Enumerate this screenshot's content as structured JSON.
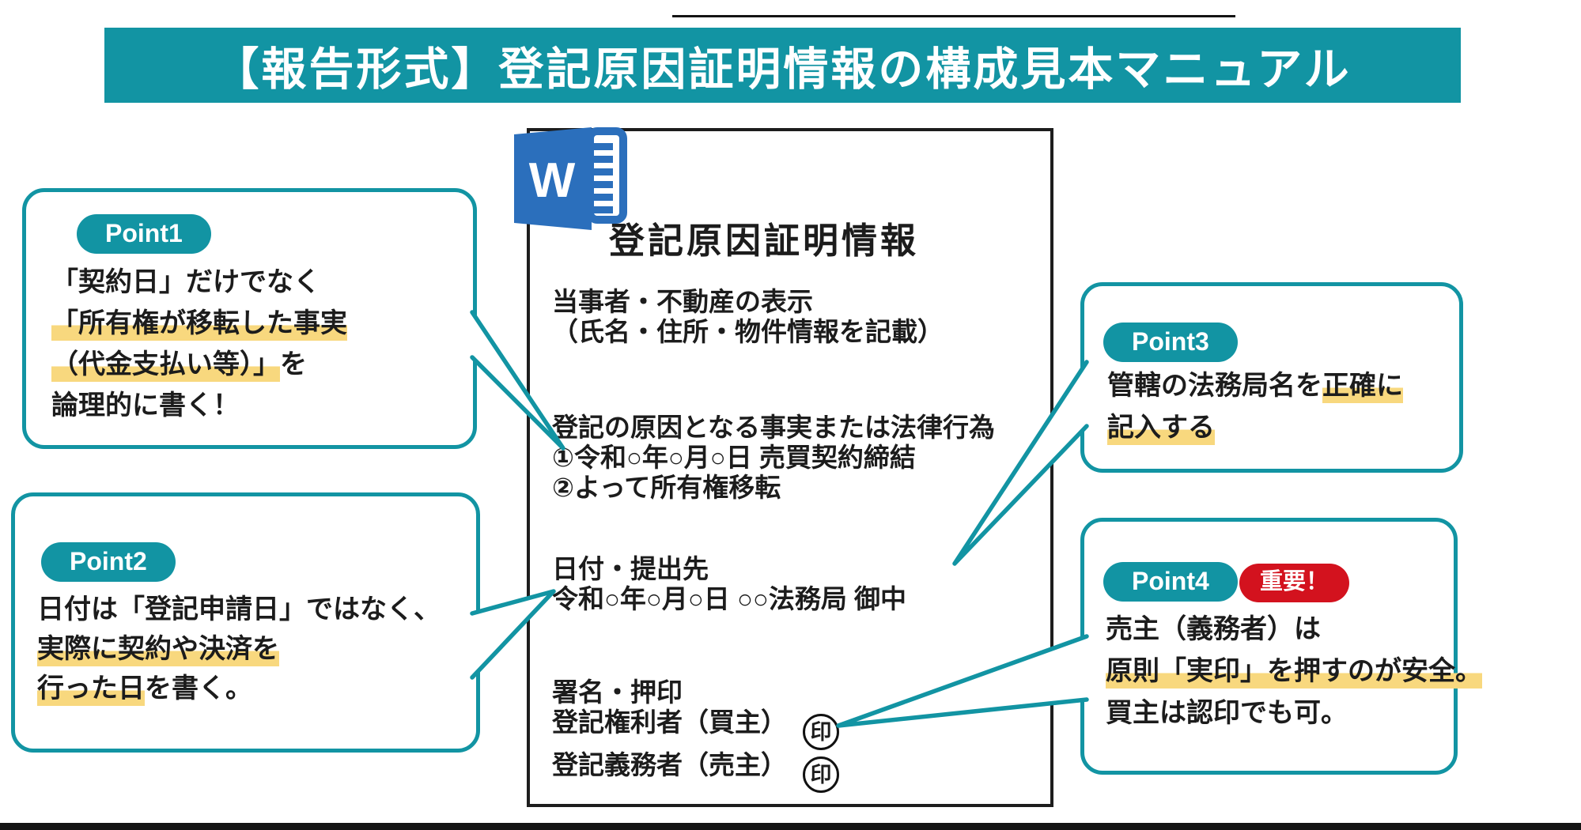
{
  "header": {
    "title": "【報告形式】登記原因証明情報の構成見本マニュアル"
  },
  "document": {
    "word_icon_letter": "W",
    "title": "登記原因証明情報",
    "sections": {
      "parties": {
        "lines": [
          [
            {
              "t": "当事者・不動産の表示"
            }
          ],
          [
            {
              "t": "（氏名・住所・物件情報を記載）"
            }
          ]
        ]
      },
      "cause": {
        "lines": [
          [
            {
              "t": "登記の原因となる事実または法律行為"
            }
          ],
          [
            {
              "t": "①令和○年○月○日 売買契約締結"
            }
          ],
          [
            {
              "t": "②よって所有権移転"
            }
          ]
        ]
      },
      "date": {
        "lines": [
          [
            {
              "t": "日付・提出先"
            }
          ],
          [
            {
              "t": "令和○年○月○日 ○○法務局 御中"
            }
          ]
        ]
      },
      "signature": {
        "lines": [
          [
            {
              "t": "署名・押印"
            }
          ],
          [
            {
              "t": "登記権利者（買主）"
            },
            {
              "t": "印",
              "seal": true
            }
          ],
          [
            {
              "t": "登記義務者（売主）"
            },
            {
              "t": "印",
              "seal": true
            }
          ]
        ]
      }
    }
  },
  "points": [
    {
      "badge": "Point1",
      "lines": [
        [
          {
            "t": "「契約日」だけでなく"
          }
        ],
        [
          {
            "t": "「所有権が移転した事実",
            "h": true
          }
        ],
        [
          {
            "t": "（代金支払い等）」",
            "h": true
          },
          {
            "t": "を"
          }
        ],
        [
          {
            "t": "論理的に書く！"
          }
        ]
      ]
    },
    {
      "badge": "Point2",
      "lines": [
        [
          {
            "t": "日付は「登記申請日」ではなく、"
          }
        ],
        [
          {
            "t": "実際に契約や決済を",
            "h": true
          }
        ],
        [
          {
            "t": "行った日",
            "h": true
          },
          {
            "t": "を書く。"
          }
        ]
      ]
    },
    {
      "badge": "Point3",
      "lines": [
        [
          {
            "t": "管轄の法務局名を"
          },
          {
            "t": "正確に",
            "h": true
          }
        ],
        [
          {
            "t": "記入する",
            "h": true
          }
        ]
      ]
    },
    {
      "badge": "Point4",
      "badge_important": "重要！",
      "lines": [
        [
          {
            "t": "売主（義務者）は"
          }
        ],
        [
          {
            "t": "原則「実印」を押すのが安全。",
            "h": true
          }
        ],
        [
          {
            "t": "買主は認印でも可。"
          }
        ]
      ]
    }
  ],
  "colors": {
    "teal": "#1294a3",
    "highlight_yellow": "#f8d87e",
    "important_red": "#d3121e",
    "word_blue": "#2b6fbc",
    "text": "#1c1c1c"
  }
}
